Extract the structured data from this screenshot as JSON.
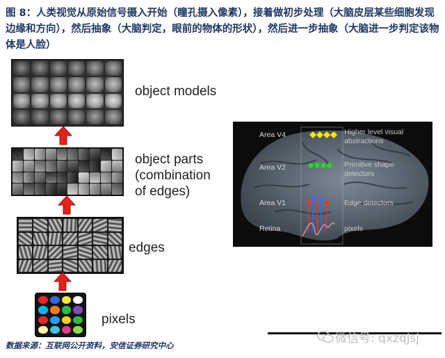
{
  "caption": "图 8：人类视觉从原始信号摄入开始（瞳孔摄入像素），接着做初步处理（大脑皮层某些细胞发现边缘和方向），然后抽象（大脑判定，眼前的物体的形状），然后进一步抽象（大脑进一步判定该物体是人脸）",
  "stages": {
    "object_models": "object models",
    "object_parts_1": "object parts",
    "object_parts_2": "(combination",
    "object_parts_3": "of edges)",
    "edges": "edges",
    "pixels": "pixels"
  },
  "brain": {
    "area_v4": "Area V4",
    "area_v2": "Area V2",
    "area_v1": "Area V1",
    "retina": "Retina",
    "higher_1": "Higher level visual",
    "higher_2": "abstractions",
    "primitive_1": "Primitive shape",
    "primitive_2": "detectors",
    "edge_detectors": "Edge detectors",
    "pixels": "pixels"
  },
  "source": "数据来源：互联网公开资料，安信证券研究中心",
  "watermark": "微信号: qxzqjsj",
  "colors": {
    "caption": "#1f3864",
    "arrow": "#e32219",
    "v4_dots": "#ffe600",
    "v2_dots": "#22dd22",
    "v1_dots": "#2255ff",
    "pixel_colors": [
      "#e8262b",
      "#2f6bd6",
      "#f3e63a",
      "#ffffff",
      "#16b0e8",
      "#f07d1e",
      "#2fb84a",
      "#7e4bc0",
      "#e8262b",
      "#1da1f2",
      "#f5d11a",
      "#2fb84a",
      "#fff0aa",
      "#3bc4e6",
      "#e23b8b",
      "#8ed94a"
    ]
  }
}
